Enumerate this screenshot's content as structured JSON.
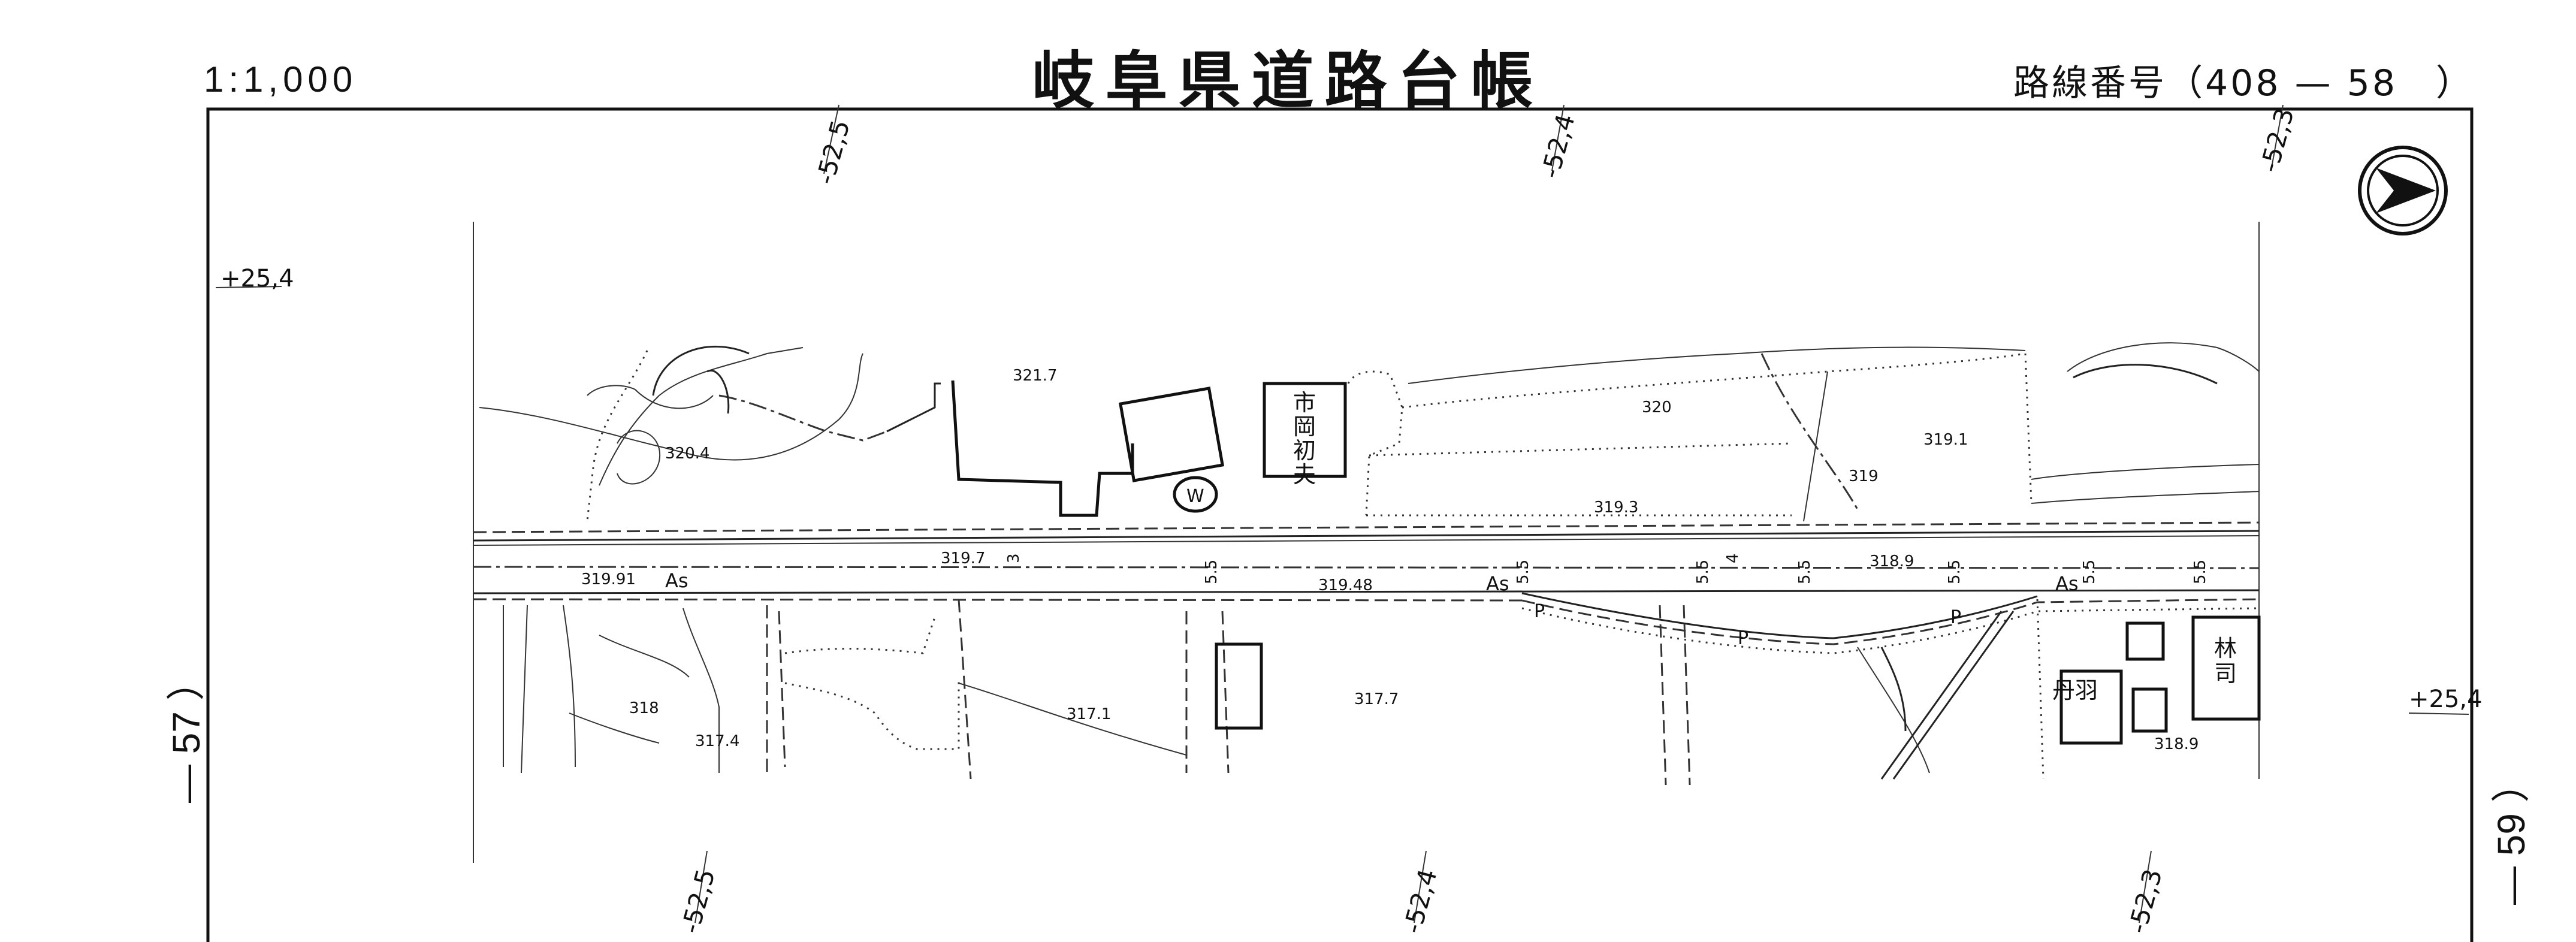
{
  "header": {
    "title": "岐阜県道路台帳",
    "scale": "1:1,000",
    "route": "路線番号（408 — 58　）"
  },
  "sheet_index": {
    "left": "— 57 ）",
    "right": "— 59 ）"
  },
  "grid": {
    "top_ticks": [
      "-52,5",
      "-52,4",
      "-52,3"
    ],
    "bottom_ticks": [
      "-52,5",
      "-52,4",
      "-52,3"
    ],
    "left_tick": "+25,4",
    "right_tick": "+25,4"
  },
  "map": {
    "elevations": [
      "321.7",
      "320.4",
      "320",
      "319.3",
      "319.1",
      "319",
      "319.91",
      "319.7",
      "319.48",
      "318.9",
      "318",
      "317.4",
      "317.1",
      "317.7",
      "318.9"
    ],
    "pavement": [
      "As",
      "As",
      "As"
    ],
    "widths": [
      "5.5",
      "5.5",
      "5.5",
      "5.5",
      "5.5",
      "5.5",
      "5.5",
      "3",
      "4"
    ],
    "parking": [
      "P",
      "P",
      "P"
    ],
    "owner_north": "市岡初夫",
    "owner_south_1": "丹羽",
    "owner_south_2": "林司",
    "well": "W",
    "compass_symbol": "north-arrow"
  }
}
